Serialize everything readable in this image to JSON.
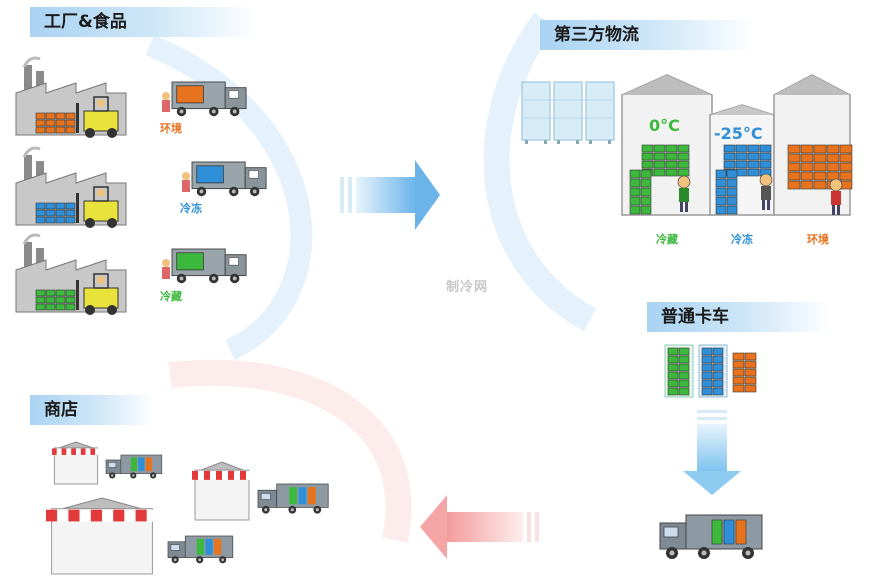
{
  "sections": {
    "factory": "工厂&食品",
    "logistics": "第三方物流",
    "truck": "普通卡车",
    "store": "商店"
  },
  "factory_rows": [
    {
      "label": "环境",
      "color": "#e8731f"
    },
    {
      "label": "冷冻",
      "color": "#2f8fd8"
    },
    {
      "label": "冷藏",
      "color": "#3cb83c"
    }
  ],
  "warehouse": {
    "temps": [
      "0°C",
      "-25°C"
    ],
    "zones": [
      "冷藏",
      "冷冻",
      "环境"
    ]
  },
  "watermark": "制冷网",
  "colors": {
    "label_bg": "#a9d3f2",
    "chilled": "#3cb83c",
    "frozen": "#2f8fd8",
    "ambient": "#e8731f",
    "arrow_blue": "#5aaee8",
    "arrow_red": "#f4a6a6"
  }
}
